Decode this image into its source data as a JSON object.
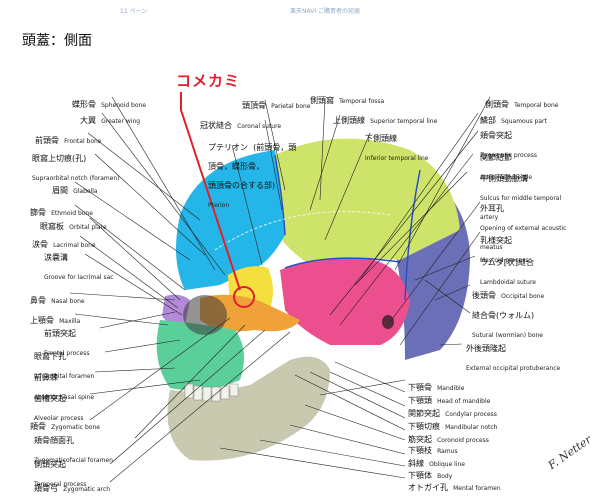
{
  "page": {
    "title": "頭蓋：側面",
    "handwritten_note": "コメカミ",
    "signature": "F. Netter",
    "reverse_header": "楽天NAVI ご購買者の宛届"
  },
  "colors": {
    "frontal": "#24b6e8",
    "parietal": "#cde36a",
    "temporal": "#ec4f8e",
    "occipital": "#6b6fb8",
    "sphenoid": "#f4df3e",
    "zygomatic": "#f0a23a",
    "maxilla": "#5bcf9a",
    "mandible": "#c9c9b0",
    "nasal": "#b28ad8",
    "annotation": "#e0202e",
    "suture": "#2a4fc8"
  },
  "labels_left": [
    {
      "jp": "蝶形骨",
      "en": "Sphenoid bone"
    },
    {
      "jp": "大翼",
      "en": "Greater wing"
    },
    {
      "jp": "前頭骨",
      "en": "Frontal bone"
    },
    {
      "jp": "眼窩上切痕(孔)",
      "en": "Supraorbital notch (foramen)"
    },
    {
      "jp": "眉間",
      "en": "Glabella"
    },
    {
      "jp": "篩骨",
      "en": "Ethmoid bone"
    },
    {
      "jp": "眼窩板",
      "en": "Orbital plate"
    },
    {
      "jp": "涙骨",
      "en": "Lacrimal bone"
    },
    {
      "jp": "涙嚢溝",
      "en": "Groove for lacrimal sac"
    },
    {
      "jp": "鼻骨",
      "en": "Nasal bone"
    },
    {
      "jp": "上顎骨",
      "en": "Maxilla"
    },
    {
      "jp": "前頭突起",
      "en": "Frontal process"
    },
    {
      "jp": "眼窩下孔",
      "en": "Infraorbital foramen"
    },
    {
      "jp": "前鼻棘",
      "en": "Anterior nasal spine"
    },
    {
      "jp": "歯槽突起",
      "en": "Alveolar process"
    },
    {
      "jp": "頬骨",
      "en": "Zygomatic bone"
    },
    {
      "jp": "頬骨顔面孔",
      "en": "Zygomaticofacial foramen"
    },
    {
      "jp": "側頭突起",
      "en": "Temporal process"
    },
    {
      "jp": "頬骨弓",
      "en": "Zygomatic arch"
    }
  ],
  "labels_top": [
    {
      "jp": "頭頂骨",
      "en": "Parietal bone"
    },
    {
      "jp": "冠状縫合",
      "en": "Coronal suture"
    },
    {
      "jp": "プテリオン",
      "en": "(前頭骨，頭頂骨，蝶形骨，"
    },
    {
      "jp": "頭頂骨の合する部)",
      "en": "Pterion"
    },
    {
      "jp": "側頭窩",
      "en": "Temporal fossa"
    },
    {
      "jp": "上側頭線",
      "en": "Superior temporal line"
    },
    {
      "jp": "下側頭線",
      "en": "Inferior temporal line"
    }
  ],
  "labels_right": [
    {
      "jp": "側頭骨",
      "en": "Temporal bone"
    },
    {
      "jp": "鱗部",
      "en": "Squamous part"
    },
    {
      "jp": "頬骨突起",
      "en": "Zygomatic process"
    },
    {
      "jp": "関節結節",
      "en": "Articular tubercle"
    },
    {
      "jp": "中側頭動脈溝",
      "en": "Sulcus for middle temporal artery"
    },
    {
      "jp": "外耳孔",
      "en": "Opening of external acoustic meatus"
    },
    {
      "jp": "乳様突起",
      "en": "Mastoid process"
    },
    {
      "jp": "ラムダ[状]縫合",
      "en": "Lambdoidal suture"
    },
    {
      "jp": "後頭骨",
      "en": "Occipital bone"
    },
    {
      "jp": "縫合骨(ウォルム)",
      "en": "Sutural (wormian) bone"
    },
    {
      "jp": "外後頭隆起",
      "en": "External occipital protuberance"
    }
  ],
  "labels_bottom": [
    {
      "jp": "下顎骨",
      "en": "Mandible"
    },
    {
      "jp": "下顎頭",
      "en": "Head of mandible"
    },
    {
      "jp": "関節突起",
      "en": "Condylar process"
    },
    {
      "jp": "下顎切痕",
      "en": "Mandibular notch"
    },
    {
      "jp": "筋突起",
      "en": "Coronoid process"
    },
    {
      "jp": "下顎枝",
      "en": "Ramus"
    },
    {
      "jp": "斜線",
      "en": "Oblique line"
    },
    {
      "jp": "下顎体",
      "en": "Body"
    },
    {
      "jp": "オトガイ孔",
      "en": "Mental foramen"
    }
  ]
}
